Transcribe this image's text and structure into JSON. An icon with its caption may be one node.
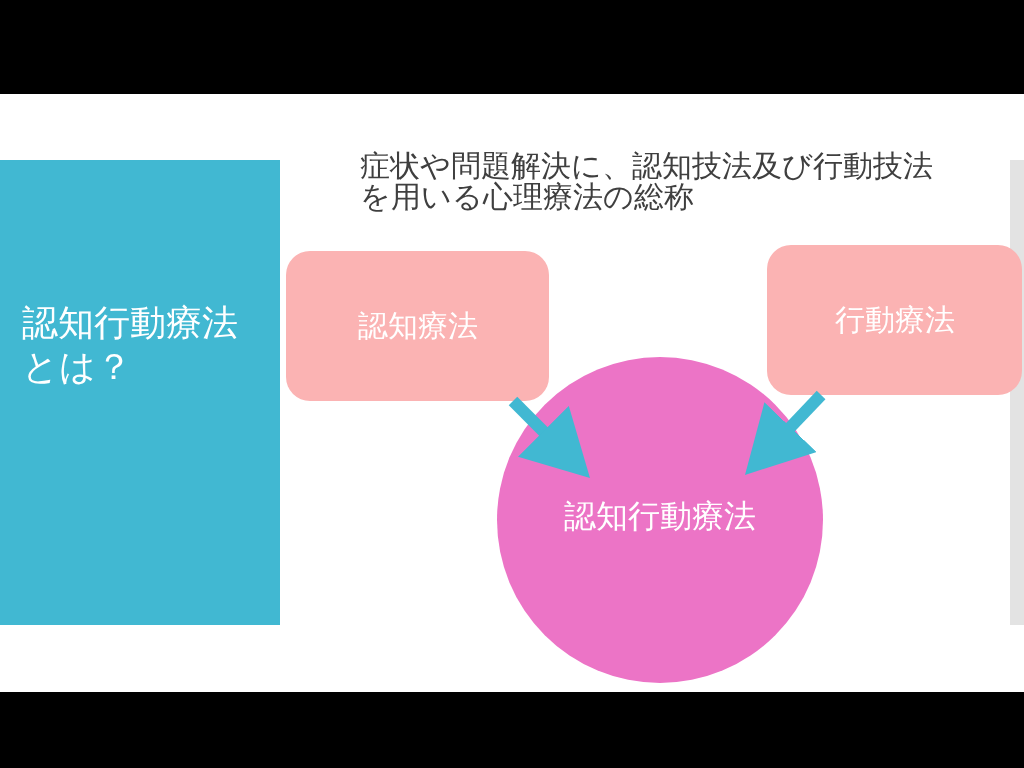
{
  "diagram": {
    "nodes": [
      {
        "text": [
          "認知行動療法とは？"
        ]
      },
      {
        "text": [
          "認知療法"
        ]
      },
      {
        "text": [
          "行動療法"
        ]
      },
      {
        "text": [
          "認知行動療法"
        ]
      }
    ],
    "edges": [
      {
        "from": 1,
        "to": 3,
        "arrow": "to"
      },
      {
        "from": 2,
        "to": 3,
        "arrow": "to"
      }
    ],
    "labels": [
      "症状や問題解決に、認知技法及び行動技法を用いる心理療法の総称"
    ]
  }
}
